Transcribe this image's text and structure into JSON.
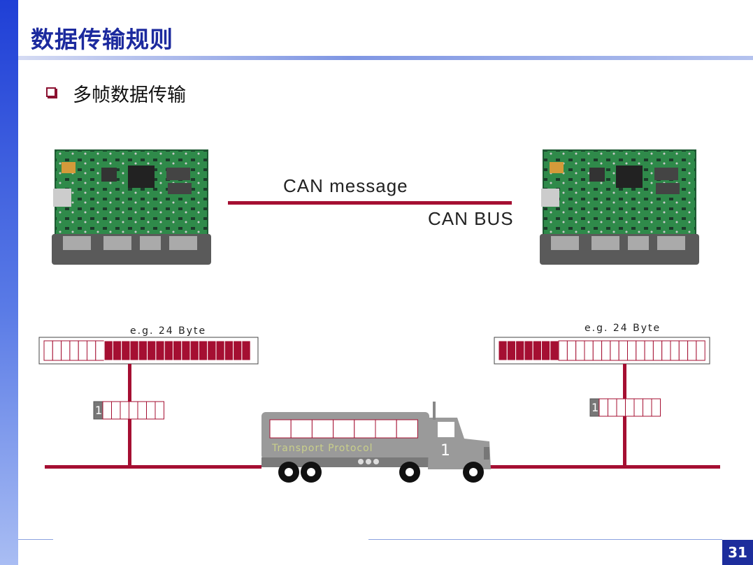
{
  "title": "数据传输规则",
  "subtitle": "多帧数据传输",
  "can_message_label": "CAN message",
  "can_bus_label": "CAN BUS",
  "left_byte_label": "e.g. 24 Byte",
  "right_byte_label": "e.g. 24 Byte",
  "left_frame_number": "1",
  "right_frame_number": "1",
  "truck_label": "Transport Protocol",
  "truck_number": "1",
  "page_number": "31",
  "colors": {
    "accent_red": "#a50f32",
    "title_blue": "#1c2a9e",
    "page_box": "#1d2d9c"
  }
}
